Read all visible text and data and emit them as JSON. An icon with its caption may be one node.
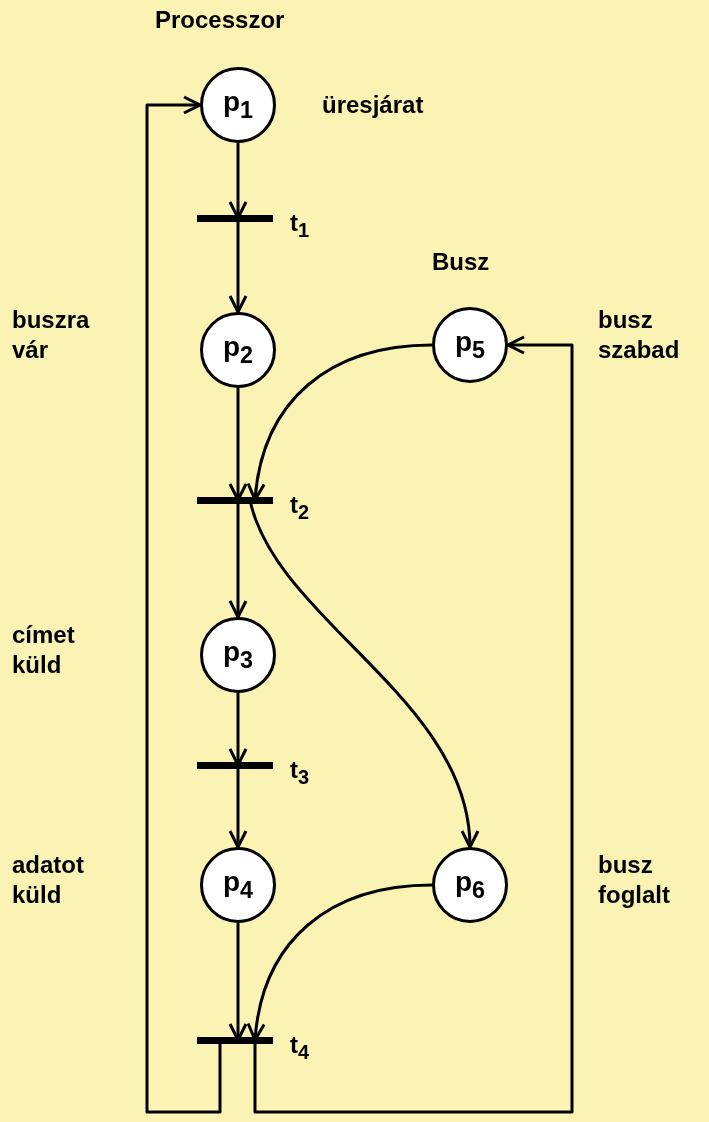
{
  "diagram": {
    "nodes": [
      {
        "text": [
          "p$_{1}$"
        ],
        "beside": [
          "üresjárat"
        ]
      },
      {
        "text": [],
        "shape": "bar",
        "beside": [
          "t$_{1}$"
        ]
      },
      {
        "text": [
          "p$_{2}$"
        ]
      },
      {
        "text": [],
        "shape": "bar",
        "beside": [
          "t$_{2}$"
        ]
      },
      {
        "text": [
          "p$_{3}$"
        ]
      },
      {
        "text": [],
        "shape": "bar",
        "beside": [
          "t$_{3}$"
        ]
      },
      {
        "text": [
          "p$_{4}$"
        ]
      },
      {
        "text": [],
        "shape": "bar",
        "beside": [
          "t$_{4}$"
        ]
      },
      {
        "text": [
          "p$_{5}$"
        ],
        "beside": [
          "busz szabad"
        ]
      },
      {
        "text": [
          "p$_{6}$"
        ],
        "beside": [
          "busz foglalt"
        ]
      }
    ],
    "edges": [
      {
        "from": 0,
        "to": 1,
        "arrow": "to"
      },
      {
        "from": 1,
        "to": 2,
        "arrow": "to"
      },
      {
        "from": 2,
        "to": 3,
        "arrow": "to"
      },
      {
        "from": 8,
        "to": 3,
        "arrow": "to"
      },
      {
        "from": 3,
        "to": 4,
        "arrow": "to"
      },
      {
        "from": 3,
        "to": 9,
        "arrow": "to"
      },
      {
        "from": 4,
        "to": 5,
        "arrow": "to"
      },
      {
        "from": 5,
        "to": 6,
        "arrow": "to"
      },
      {
        "from": 6,
        "to": 7,
        "arrow": "to"
      },
      {
        "from": 9,
        "to": 7,
        "arrow": "to"
      },
      {
        "from": 7,
        "to": 0,
        "arrow": "to"
      },
      {
        "from": 7,
        "to": 8,
        "arrow": "to"
      }
    ],
    "labels": [
      "Processzor",
      "Busz",
      "buszra vár",
      "címet küld",
      "adatot küld"
    ]
  }
}
